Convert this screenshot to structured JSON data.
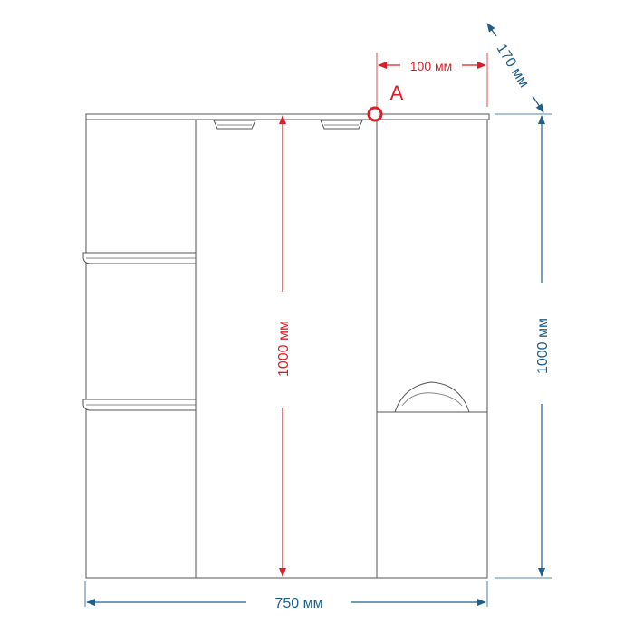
{
  "drawing": {
    "point_marker": {
      "label": "A",
      "color": "#dc1f26"
    },
    "dimensions": {
      "top_offset": {
        "label": "100 мм",
        "color": "#dc1f26"
      },
      "depth": {
        "label": "170 мм",
        "color": "#1f5f8b"
      },
      "inner_height": {
        "label": "1000 мм",
        "color": "#dc1f26"
      },
      "outer_height": {
        "label": "1000 мм",
        "color": "#1f5f8b"
      },
      "width": {
        "label": "750 мм",
        "color": "#1f5f8b"
      }
    },
    "colors": {
      "outline": "#555555",
      "background": "#ffffff"
    }
  }
}
